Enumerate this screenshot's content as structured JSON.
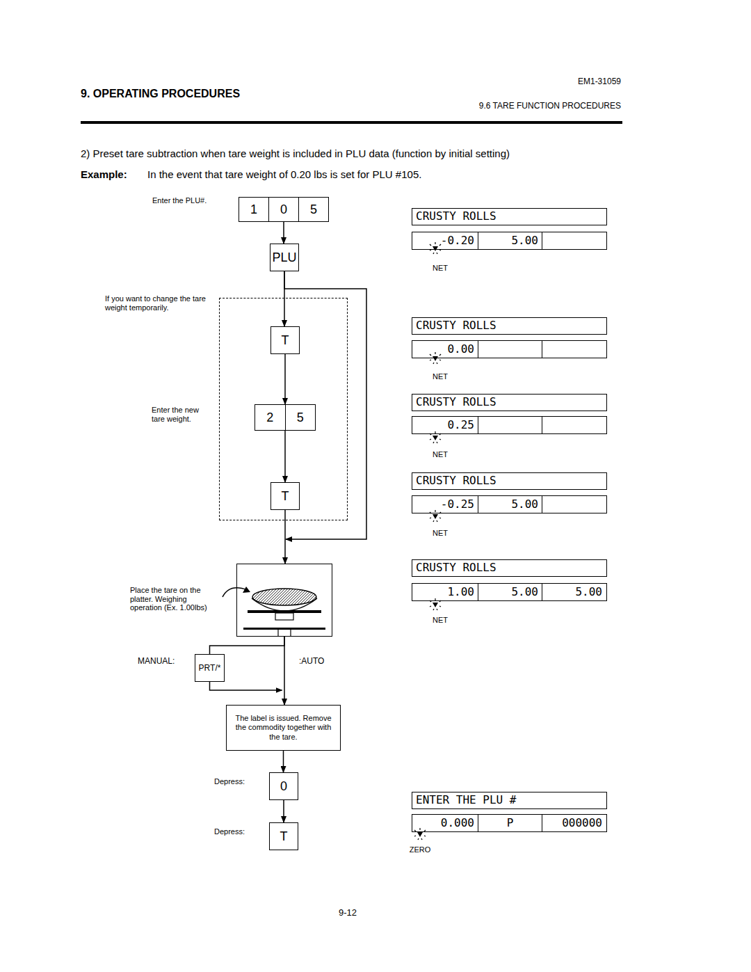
{
  "diagram": {
    "nodes": [
      {
        "text": [
          "1",
          "0",
          "5"
        ]
      },
      {
        "text": [
          "PLU"
        ]
      },
      {
        "text": [
          "If you want to change the tare weight temporarily."
        ]
      },
      {
        "text": [
          "T"
        ],
        "in": 2
      },
      {
        "text": [
          "2",
          "5"
        ],
        "in": 2
      },
      {
        "text": [
          "T"
        ],
        "in": 2
      },
      {
        "text": [
          "Place the tare on the platter. Weighing operation (Ex. 1.00lbs)"
        ]
      },
      {
        "text": [
          "PRT/*"
        ]
      },
      {
        "text": [
          "The label is issued. Remove the commodity together with the tare."
        ]
      },
      {
        "text": [
          "0"
        ]
      },
      {
        "text": [
          "T"
        ]
      },
      {
        "text": [
          "CRUSTY ROLLS"
        ]
      },
      {
        "text": [
          "-0.20",
          "5.00"
        ]
      },
      {
        "text": [
          "CRUSTY ROLLS"
        ]
      },
      {
        "text": [
          "0.00"
        ]
      },
      {
        "text": [
          "CRUSTY ROLLS"
        ]
      },
      {
        "text": [
          "0.25"
        ]
      },
      {
        "text": [
          "CRUSTY ROLLS"
        ]
      },
      {
        "text": [
          "-0.25",
          "5.00"
        ]
      },
      {
        "text": [
          "CRUSTY ROLLS"
        ]
      },
      {
        "text": [
          "1.00",
          "5.00",
          "5.00"
        ]
      },
      {
        "text": [
          "ENTER THE PLU #"
        ]
      },
      {
        "text": [
          "0.000",
          "P",
          "000000"
        ]
      }
    ],
    "edges": [
      {
        "from": 0,
        "to": 1,
        "arrow": "to"
      },
      {
        "from": 1,
        "to": 3,
        "arrow": "to"
      },
      {
        "from": 3,
        "to": 4,
        "arrow": "to"
      },
      {
        "from": 4,
        "to": 5,
        "arrow": "to"
      },
      {
        "from": 5,
        "to": 6,
        "arrow": "to"
      },
      {
        "from": 1,
        "to": 6,
        "arrow": "to"
      },
      {
        "from": 6,
        "to": 8,
        "arrow": "to"
      },
      {
        "from": 6,
        "to": 7,
        "arrow": "none"
      },
      {
        "from": 7,
        "to": 8,
        "arrow": "to"
      },
      {
        "from": 8,
        "to": 9,
        "arrow": "to"
      },
      {
        "from": 9,
        "to": 10,
        "arrow": "to"
      }
    ],
    "labels": [
      "9. OPERATING PROCEDURES",
      "EM1-31059",
      "9.6 TARE FUNCTION PROCEDURES",
      "2) Preset tare subtraction when tare weight is included in PLU data (function by initial setting)",
      "Example:",
      "In the event that tare weight of 0.20 lbs is set for PLU #105.",
      "Enter the PLU#.",
      "Enter the new tare weight.",
      "MANUAL:",
      ":AUTO",
      "Depress:",
      "Depress:",
      "NET",
      "NET",
      "NET",
      "NET",
      "NET",
      "ZERO",
      "9-12"
    ]
  }
}
